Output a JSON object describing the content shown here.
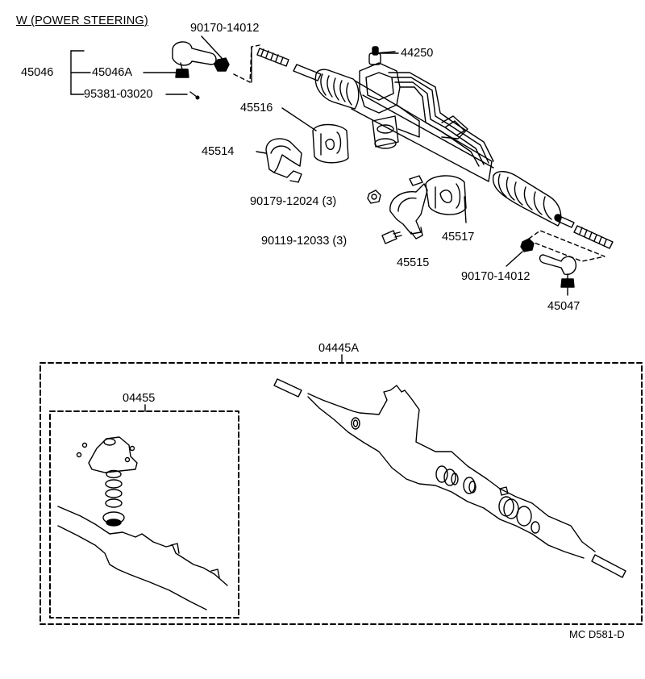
{
  "title": "W (POWER STEERING)",
  "parts": {
    "p90170_top": "90170-14012",
    "p45046": "45046",
    "p45046A": "45046A",
    "p95381": "95381-03020",
    "p44250": "44250",
    "p45516": "45516",
    "p45514": "45514",
    "p90179": "90179-12024 (3)",
    "p90119": "90119-12033 (3)",
    "p45515": "45515",
    "p45517": "45517",
    "p90170_bottom": "90170-14012",
    "p45047": "45047"
  },
  "kits": {
    "k04445A": "04445A",
    "k04455": "04455"
  },
  "footer_code": "MC D581-D"
}
